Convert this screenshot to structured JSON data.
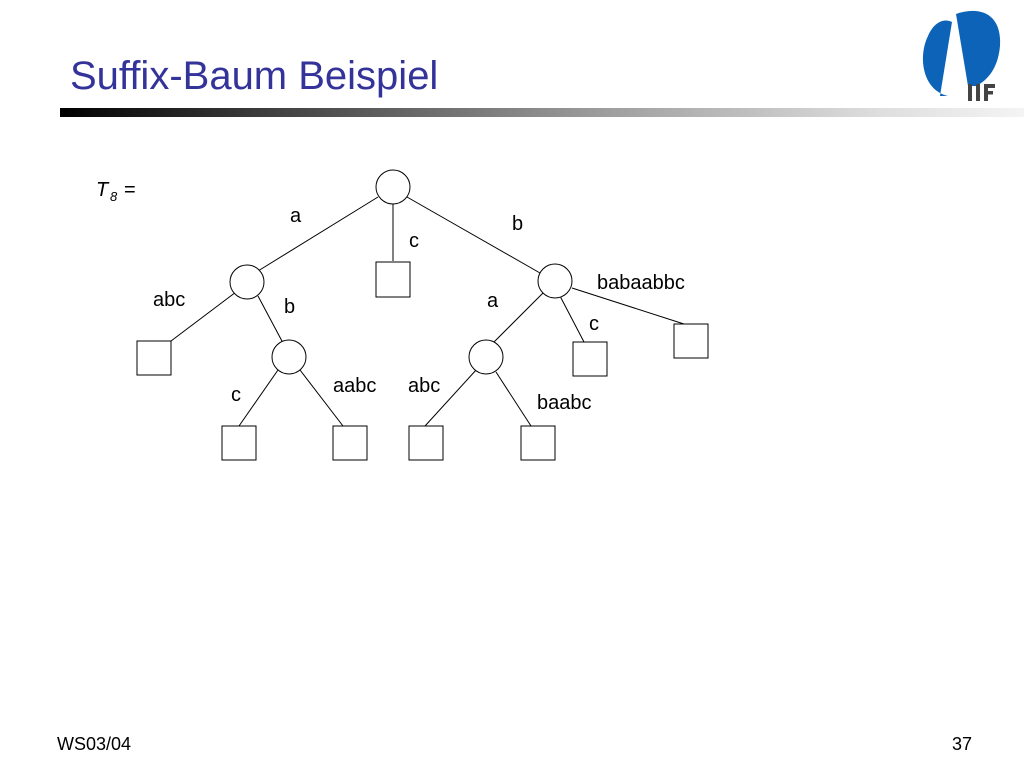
{
  "slide": {
    "title": "Suffix-Baum Beispiel",
    "footer_left": "WS03/04",
    "page_number": "37",
    "logo_text": "IIF",
    "logo_color": "#0d63b8",
    "title_color": "#333399"
  },
  "tree": {
    "label_main": "T",
    "label_sub": "8",
    "label_eq": "=",
    "edges": [
      "a",
      "c",
      "b",
      "abc",
      "b",
      "babaabbc",
      "a",
      "c",
      "c",
      "aabc",
      "abc",
      "baabc"
    ]
  }
}
